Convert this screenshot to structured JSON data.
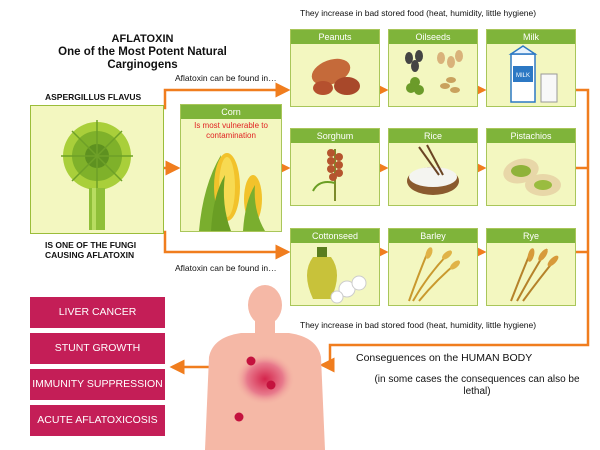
{
  "title": {
    "line1": "AFLATOXIN",
    "line2": "One of the Most Potent Natural Carginogens"
  },
  "labels": {
    "increase_top": "They increase in bad stored food (heat, humidity, little hygiene)",
    "increase_bottom": "They increase in bad stored food (heat, humidity, little hygiene)",
    "found_top": "Aflatoxin can be found in…",
    "found_bottom": "Aflatoxin can be found in…",
    "aspergillus": "ASPERGILLUS FLAVUS",
    "fungi_line1": "IS ONE OF THE FUNGI",
    "fungi_line2": "CAUSING AFLATOXIN"
  },
  "foods": {
    "corn": {
      "name": "Corn",
      "note": "Is most vulnerable to contamination"
    },
    "peanuts": "Peanuts",
    "oilseeds": "Oilseeds",
    "milk": "Milk",
    "milk_carton": "MILK",
    "sorghum": "Sorghum",
    "rice": "Rice",
    "pistachios": "Pistachios",
    "cottonseed": "Cottonseed",
    "barley": "Barley",
    "rye": "Rye"
  },
  "consequences": {
    "title": "Conseguences on the HUMAN BODY",
    "subtitle": "(in some cases the consequences can also be lethal)",
    "items": [
      "LIVER CANCER",
      "STUNT GROWTH",
      "IMMUNITY SUPPRESSION",
      "ACUTE AFLATOXICOSIS"
    ]
  },
  "colors": {
    "card_bg": "#f3f7c0",
    "card_header": "#7fb43a",
    "arrow": "#f07d1e",
    "consequence": "#c41e57",
    "body": "#f5b8a6"
  }
}
